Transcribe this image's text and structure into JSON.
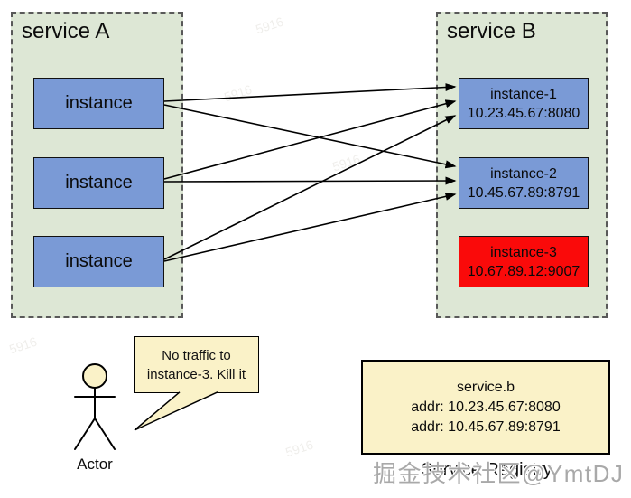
{
  "colors": {
    "container_bg": "#dde7d5",
    "instance_up_blue": "#7a9ad6",
    "instance_down_red": "#fa0a0a",
    "note_yellow": "#faf2c8",
    "arrow_black": "#000000",
    "watermark_gray": "#a9a9a9"
  },
  "service_a": {
    "title": "service A",
    "instances": [
      {
        "label": "instance"
      },
      {
        "label": "instance"
      },
      {
        "label": "instance"
      }
    ]
  },
  "service_b": {
    "title": "service B",
    "instances": [
      {
        "name": "instance-1",
        "addr": "10.23.45.67:8080",
        "status": "up"
      },
      {
        "name": "instance-2",
        "addr": "10.45.67.89:8791",
        "status": "up"
      },
      {
        "name": "instance-3",
        "addr": "10.67.89.12:9007",
        "status": "down"
      }
    ]
  },
  "arrows": [
    {
      "from": "service-a-instance-1",
      "to": "service-b-instance-1"
    },
    {
      "from": "service-a-instance-1",
      "to": "service-b-instance-2"
    },
    {
      "from": "service-a-instance-2",
      "to": "service-b-instance-1"
    },
    {
      "from": "service-a-instance-2",
      "to": "service-b-instance-2"
    },
    {
      "from": "service-a-instance-3",
      "to": "service-b-instance-1"
    },
    {
      "from": "service-a-instance-3",
      "to": "service-b-instance-2"
    }
  ],
  "actor": {
    "label": "Actor",
    "speech_line1": "No traffic to",
    "speech_line2": "instance-3. Kill it"
  },
  "registry": {
    "caption": "Service Registry",
    "service_name": "service.b",
    "addresses": [
      "addr: 10.23.45.67:8080",
      "addr: 10.45.67.89:8791"
    ]
  },
  "watermarks": {
    "brand": "掘金技术社区@YmtDJ",
    "tile": "5916"
  }
}
